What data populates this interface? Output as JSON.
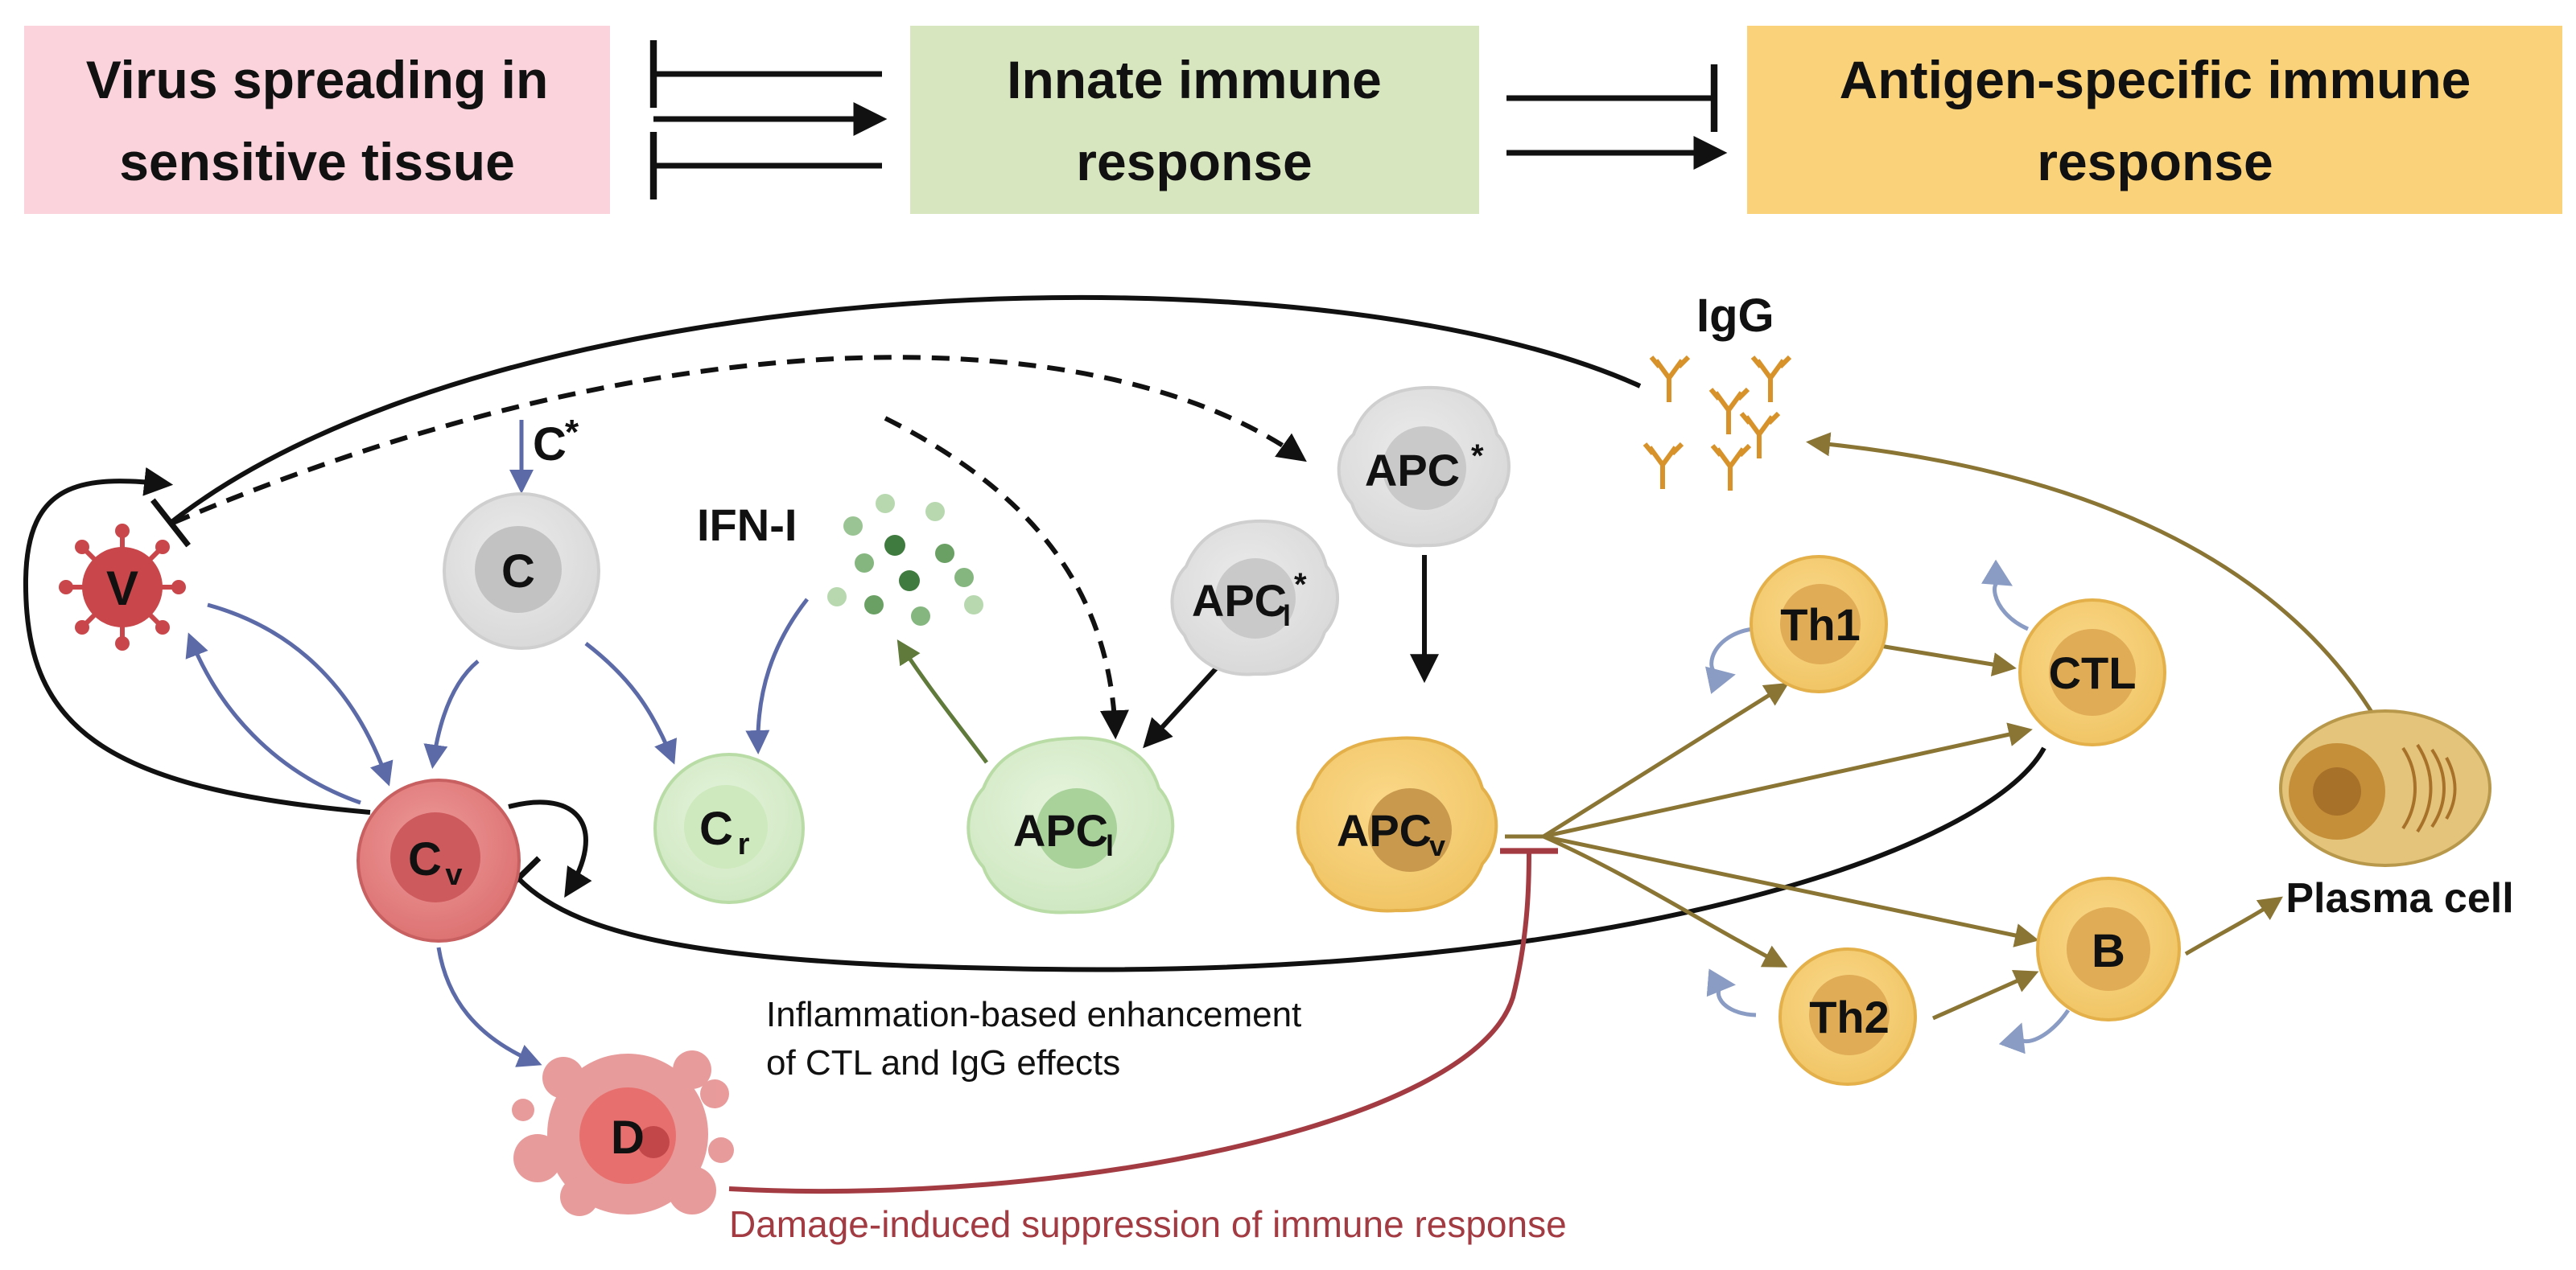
{
  "header": {
    "virus_line1": "Virus spreading in",
    "virus_line2": "sensitive tissue",
    "innate_line1": "Innate immune",
    "innate_line2": "response",
    "antigen_line1": "Antigen-specific immune",
    "antigen_line2": "response"
  },
  "nodes": {
    "V": "V",
    "C": "C",
    "C_star": "C",
    "star": "*",
    "Cr": "C",
    "Cr_sub": "r",
    "Cv": "C",
    "Cv_sub": "v",
    "D": "D",
    "IFN": "IFN-I",
    "APC_star": "APC",
    "APCl_star": "APC",
    "APCl_star_sub": "l",
    "APCl": "APC",
    "APCl_sub": "l",
    "APCv": "APC",
    "APCv_sub": "v",
    "IgG": "IgG",
    "Th1": "Th1",
    "Th2": "Th2",
    "CTL": "CTL",
    "B": "B",
    "Plasma": "Plasma cell"
  },
  "annotations": {
    "inflam_line1": "Inflammation-based enhancement",
    "inflam_line2": "of CTL and IgG effects",
    "damage": "Damage-induced suppression of immune response"
  },
  "colors": {
    "virus_box": "#fbd3dc",
    "innate_box": "#d8e6bf",
    "antigen_box": "#fad27a",
    "blue_arrow": "#5c6ba8",
    "green_arrow": "#5f7a3a",
    "gold_arrow": "#8a7535",
    "damage_line": "#a33b43",
    "virus_red": "#c9474a",
    "igg_orange": "#d8922a"
  }
}
